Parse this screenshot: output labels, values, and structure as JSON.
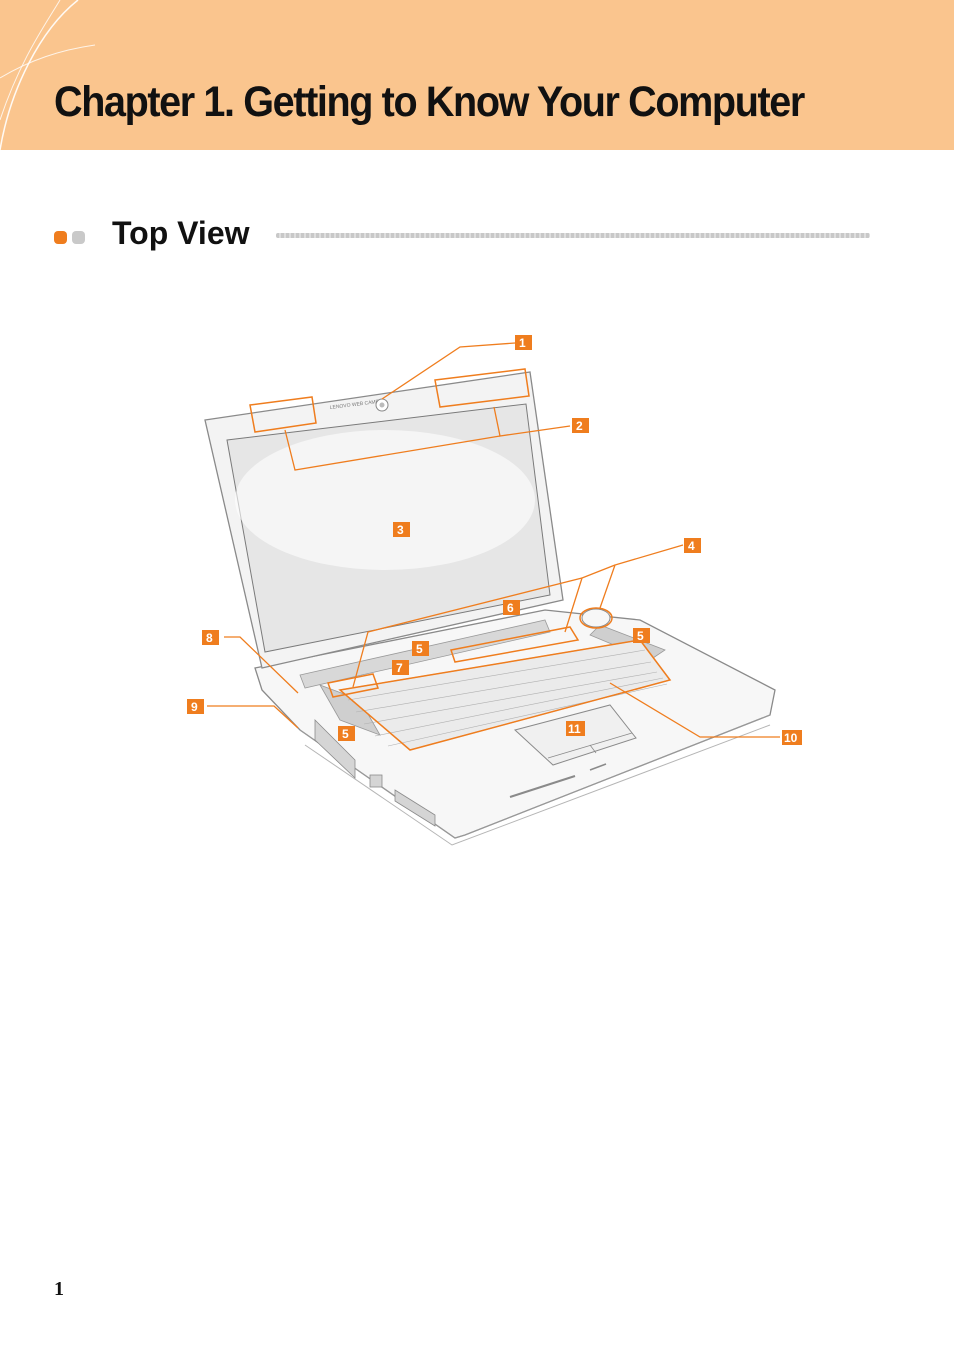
{
  "header": {
    "chapter_title": "Chapter 1. Getting to Know Your Computer"
  },
  "section": {
    "title": "Top View"
  },
  "figure": {
    "bezel_text": "LENOVO WEB CAMERA",
    "callouts": [
      "1",
      "2",
      "3",
      "4",
      "5",
      "6",
      "7",
      "8",
      "9",
      "10",
      "11"
    ]
  },
  "footer": {
    "page_number": "1"
  },
  "colors": {
    "header_band": "#fac58e",
    "accent_orange": "#ef7d1e",
    "bullet_gray": "#c9c9c9"
  }
}
